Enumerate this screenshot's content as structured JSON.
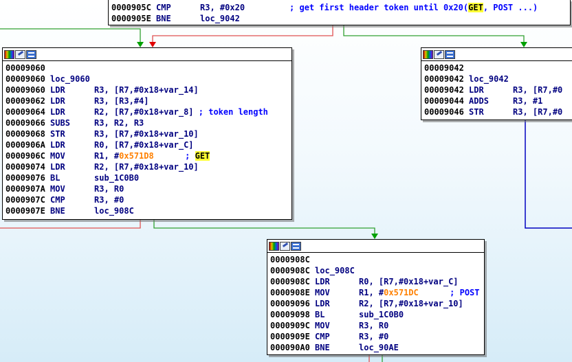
{
  "nodes": {
    "top": {
      "lines": [
        {
          "addr": "0000905C",
          "mnem": "CMP",
          "ops": "R3, #0x20",
          "comment": "; get first header token until 0x20(",
          "comment_hl": "GET",
          "comment_tail": ", POST ...)"
        },
        {
          "addr": "0000905E",
          "mnem": "BNE",
          "ops": "loc_9042"
        }
      ]
    },
    "left": {
      "lines": [
        {
          "addr": "00009060"
        },
        {
          "addr": "00009060",
          "label": "loc_9060"
        },
        {
          "addr": "00009060",
          "mnem": "LDR",
          "ops": "R3, [R7,#0x18+var_14]"
        },
        {
          "addr": "00009062",
          "mnem": "LDR",
          "ops": "R3, [R3,#4]"
        },
        {
          "addr": "00009064",
          "mnem": "LDR",
          "ops": "R2, [R7,#0x18+var_8]",
          "comment": "; token length"
        },
        {
          "addr": "00009066",
          "mnem": "SUBS",
          "ops": "R3, R2, R3"
        },
        {
          "addr": "00009068",
          "mnem": "STR",
          "ops": "R3, [R7,#0x18+var_10]"
        },
        {
          "addr": "0000906A",
          "mnem": "LDR",
          "ops": "R0, [R7,#0x18+var_C]"
        },
        {
          "addr": "0000906C",
          "mnem": "MOV",
          "ops_pre": "R1, #",
          "ops_orange": "0x571D8",
          "comment": "; ",
          "comment_hl": "GET"
        },
        {
          "addr": "00009074",
          "mnem": "LDR",
          "ops": "R2, [R7,#0x18+var_10]"
        },
        {
          "addr": "00009076",
          "mnem": "BL",
          "ops": "sub_1C0B0"
        },
        {
          "addr": "0000907A",
          "mnem": "MOV",
          "ops": "R3, R0"
        },
        {
          "addr": "0000907C",
          "mnem": "CMP",
          "ops": "R3, #0"
        },
        {
          "addr": "0000907E",
          "mnem": "BNE",
          "ops": "loc_908C"
        }
      ]
    },
    "right": {
      "lines": [
        {
          "addr": "00009042"
        },
        {
          "addr": "00009042",
          "label": "loc_9042"
        },
        {
          "addr": "00009042",
          "mnem": "LDR",
          "ops": "R3, [R7,#0"
        },
        {
          "addr": "00009044",
          "mnem": "ADDS",
          "ops": "R3, #1"
        },
        {
          "addr": "00009046",
          "mnem": "STR",
          "ops": "R3, [R7,#0"
        }
      ]
    },
    "bottom": {
      "lines": [
        {
          "addr": "0000908C"
        },
        {
          "addr": "0000908C",
          "label": "loc_908C"
        },
        {
          "addr": "0000908C",
          "mnem": "LDR",
          "ops": "R0, [R7,#0x18+var_C]"
        },
        {
          "addr": "0000908E",
          "mnem": "MOV",
          "ops_pre": "R1, #",
          "ops_orange": "0x571DC",
          "comment": "; POST"
        },
        {
          "addr": "00009096",
          "mnem": "LDR",
          "ops": "R2, [R7,#0x18+var_10]"
        },
        {
          "addr": "00009098",
          "mnem": "BL",
          "ops": "sub_1C0B0"
        },
        {
          "addr": "0000909C",
          "mnem": "MOV",
          "ops": "R3, R0"
        },
        {
          "addr": "0000909E",
          "mnem": "CMP",
          "ops": "R3, #0"
        },
        {
          "addr": "000090A0",
          "mnem": "BNE",
          "ops": "loc_90AE"
        }
      ]
    }
  },
  "colors": {
    "edge_true": "#00a000",
    "edge_false": "#e00000",
    "edge_uncond": "#0000c0",
    "highlight": "#ffff33",
    "immediate": "#ff8000"
  },
  "icons": [
    "color-palette-icon",
    "edit-node-icon",
    "graph-view-icon"
  ]
}
